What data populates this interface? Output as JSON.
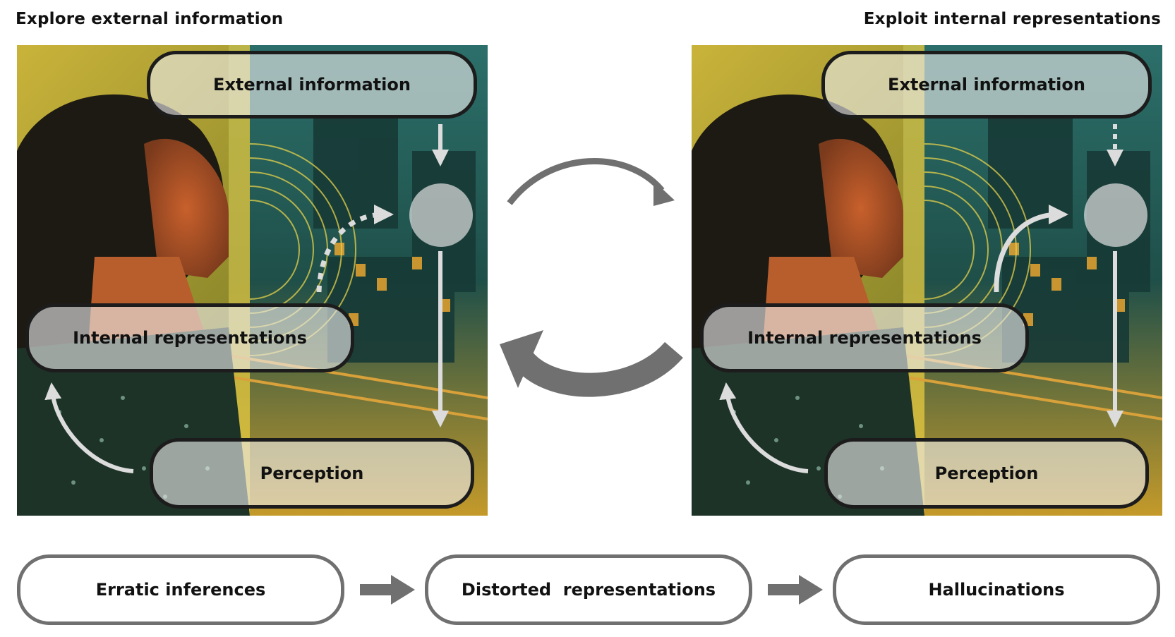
{
  "headings": {
    "left": "Explore external information",
    "right": "Exploit internal representations"
  },
  "panels": {
    "left": {
      "external": "External information",
      "internal": "Internal representations",
      "perception": "Perception"
    },
    "right": {
      "external": "External information",
      "internal": "Internal representations",
      "perception": "Perception"
    }
  },
  "flow": {
    "step1": "Erratic inferences",
    "step2": "Distorted  representations",
    "step3": "Hallucinations"
  },
  "colors": {
    "arrow_gray": "#707070",
    "overlay_arrow": "#dcdcdc",
    "pill_border": "#1c1c1c"
  }
}
